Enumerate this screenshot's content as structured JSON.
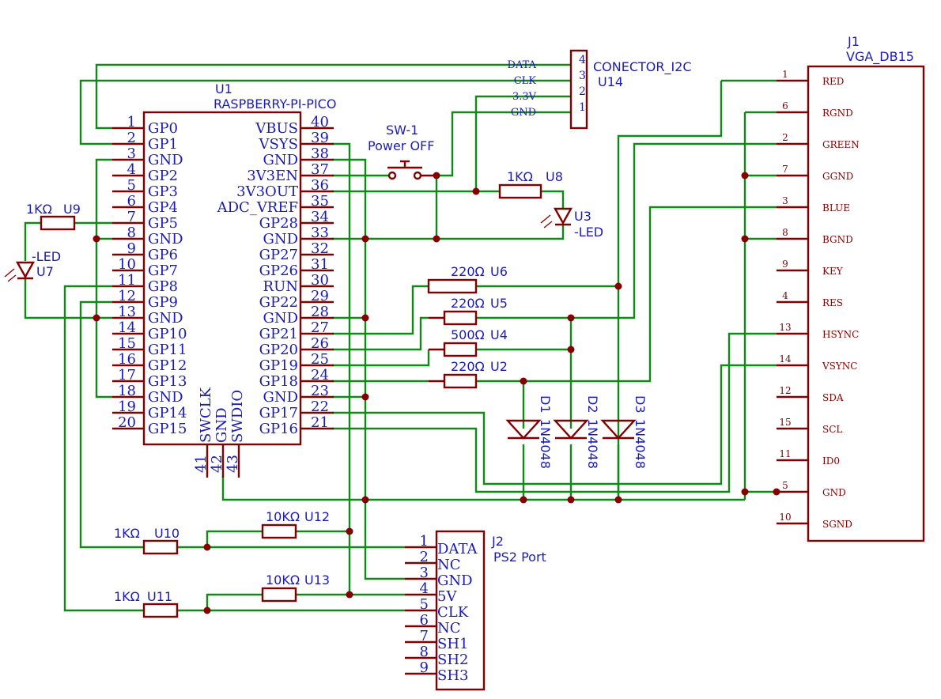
{
  "pico": {
    "designator": "U1",
    "value": "RASPBERRY-PI-PICO",
    "left_pins": [
      {
        "num": "1",
        "name": "GP0"
      },
      {
        "num": "2",
        "name": "GP1"
      },
      {
        "num": "3",
        "name": "GND"
      },
      {
        "num": "4",
        "name": "GP2"
      },
      {
        "num": "5",
        "name": "GP3"
      },
      {
        "num": "6",
        "name": "GP4"
      },
      {
        "num": "7",
        "name": "GP5"
      },
      {
        "num": "8",
        "name": "GND"
      },
      {
        "num": "9",
        "name": "GP6"
      },
      {
        "num": "10",
        "name": "GP7"
      },
      {
        "num": "11",
        "name": "GP8"
      },
      {
        "num": "12",
        "name": "GP9"
      },
      {
        "num": "13",
        "name": "GND"
      },
      {
        "num": "14",
        "name": "GP10"
      },
      {
        "num": "15",
        "name": "GP11"
      },
      {
        "num": "16",
        "name": "GP12"
      },
      {
        "num": "17",
        "name": "GP13"
      },
      {
        "num": "18",
        "name": "GND"
      },
      {
        "num": "19",
        "name": "GP14"
      },
      {
        "num": "20",
        "name": "GP15"
      }
    ],
    "right_pins": [
      {
        "num": "40",
        "name": "VBUS"
      },
      {
        "num": "39",
        "name": "VSYS"
      },
      {
        "num": "38",
        "name": "GND"
      },
      {
        "num": "37",
        "name": "3V3EN"
      },
      {
        "num": "36",
        "name": "3V3OUT"
      },
      {
        "num": "35",
        "name": "ADC_VREF"
      },
      {
        "num": "34",
        "name": "GP28"
      },
      {
        "num": "33",
        "name": "GND"
      },
      {
        "num": "32",
        "name": "GP27"
      },
      {
        "num": "31",
        "name": "GP26"
      },
      {
        "num": "30",
        "name": "RUN"
      },
      {
        "num": "29",
        "name": "GP22"
      },
      {
        "num": "28",
        "name": "GND"
      },
      {
        "num": "27",
        "name": "GP21"
      },
      {
        "num": "26",
        "name": "GP20"
      },
      {
        "num": "25",
        "name": "GP19"
      },
      {
        "num": "24",
        "name": "GP18"
      },
      {
        "num": "23",
        "name": "GND"
      },
      {
        "num": "22",
        "name": "GP17"
      },
      {
        "num": "21",
        "name": "GP16"
      }
    ],
    "bottom_pins": [
      {
        "num": "41",
        "name": "SWCLK"
      },
      {
        "num": "42",
        "name": "GND"
      },
      {
        "num": "43",
        "name": "SWDIO"
      }
    ]
  },
  "i2c": {
    "name": "CONECTOR_I2C",
    "designator": "U14",
    "pins": [
      {
        "num": "4",
        "label": "DATA"
      },
      {
        "num": "3",
        "label": "CLK"
      },
      {
        "num": "2",
        "label": "3.3V"
      },
      {
        "num": "1",
        "label": "GND"
      }
    ]
  },
  "vga": {
    "designator": "J1",
    "value": "VGA_DB15",
    "pins": [
      {
        "num": "1",
        "label": "RED"
      },
      {
        "num": "6",
        "label": "RGND"
      },
      {
        "num": "2",
        "label": "GREEN"
      },
      {
        "num": "7",
        "label": "GGND"
      },
      {
        "num": "3",
        "label": "BLUE"
      },
      {
        "num": "8",
        "label": "BGND"
      },
      {
        "num": "9",
        "label": "KEY"
      },
      {
        "num": "4",
        "label": "RES"
      },
      {
        "num": "13",
        "label": "HSYNC"
      },
      {
        "num": "14",
        "label": "VSYNC"
      },
      {
        "num": "12",
        "label": "SDA"
      },
      {
        "num": "15",
        "label": "SCL"
      },
      {
        "num": "11",
        "label": "ID0"
      },
      {
        "num": "5",
        "label": "GND"
      },
      {
        "num": "10",
        "label": "SGND"
      }
    ]
  },
  "ps2": {
    "designator": "J2",
    "value": "PS2 Port",
    "pins": [
      {
        "num": "1",
        "label": "DATA"
      },
      {
        "num": "2",
        "label": "NC"
      },
      {
        "num": "3",
        "label": "GND"
      },
      {
        "num": "4",
        "label": "5V"
      },
      {
        "num": "5",
        "label": "CLK"
      },
      {
        "num": "6",
        "label": "NC"
      },
      {
        "num": "7",
        "label": "SH1"
      },
      {
        "num": "8",
        "label": "SH2"
      },
      {
        "num": "9",
        "label": "SH3"
      }
    ]
  },
  "switch": {
    "designator": "SW-1",
    "value": "Power OFF"
  },
  "resistors": {
    "u8": {
      "value": "1KΩ",
      "designator": "U8"
    },
    "u9": {
      "value": "1KΩ",
      "designator": "U9"
    },
    "u6": {
      "value": "220Ω",
      "designator": "U6"
    },
    "u5": {
      "value": "220Ω",
      "designator": "U5"
    },
    "u4": {
      "value": "500Ω",
      "designator": "U4"
    },
    "u2": {
      "value": "220Ω",
      "designator": "U2"
    },
    "u12": {
      "value": "10KΩ",
      "designator": "U12"
    },
    "u10": {
      "value": "1KΩ",
      "designator": "U10"
    },
    "u13": {
      "value": "10KΩ",
      "designator": "U13"
    },
    "u11": {
      "value": "1KΩ",
      "designator": "U11"
    }
  },
  "leds": {
    "u3": {
      "designator": "U3",
      "value": "-LED"
    },
    "u7": {
      "designator": "U7",
      "value": "-LED"
    }
  },
  "diodes": [
    {
      "designator": "D1",
      "value": "1N4048"
    },
    {
      "designator": "D2",
      "value": "1N4048"
    },
    {
      "designator": "D3",
      "value": "1N4048"
    }
  ],
  "colors": {
    "wire": "#0f8a16",
    "component": "#840000",
    "text": "#1b1bb8",
    "background": "#ffffff"
  }
}
